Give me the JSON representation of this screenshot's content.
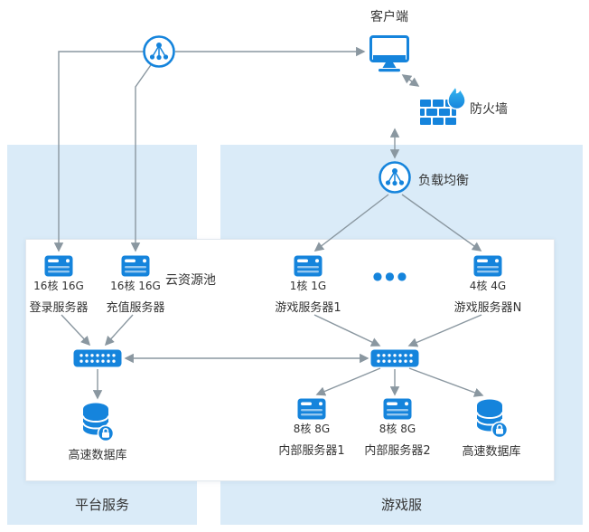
{
  "colors": {
    "primary": "#1584DC",
    "panel": "#DAEBF8",
    "arrow": "#8A97A0",
    "text": "#333333"
  },
  "nodes": {
    "client": {
      "label": "客户端"
    },
    "firewall": {
      "label": "防火墙"
    },
    "load_balancer": {
      "label": "负载均衡"
    },
    "cloud_pool": {
      "label": "云资源池"
    },
    "login_server": {
      "spec": "16核 16G",
      "label": "登录服务器"
    },
    "recharge_server": {
      "spec": "16核 16G",
      "label": "充值服务器"
    },
    "game_server_1": {
      "spec": "1核 1G",
      "label": "游戏服务器1"
    },
    "game_server_n": {
      "spec": "4核 4G",
      "label": "游戏服务器N"
    },
    "internal_server_1": {
      "spec": "8核 8G",
      "label": "内部服务器1"
    },
    "internal_server_2": {
      "spec": "8核 8G",
      "label": "内部服务器2"
    },
    "platform_db": {
      "label": "高速数据库"
    },
    "game_db": {
      "label": "高速数据库"
    },
    "ellipsis": "●●●"
  },
  "zones": {
    "platform": {
      "label": "平台服务"
    },
    "game": {
      "label": "游戏服"
    }
  }
}
